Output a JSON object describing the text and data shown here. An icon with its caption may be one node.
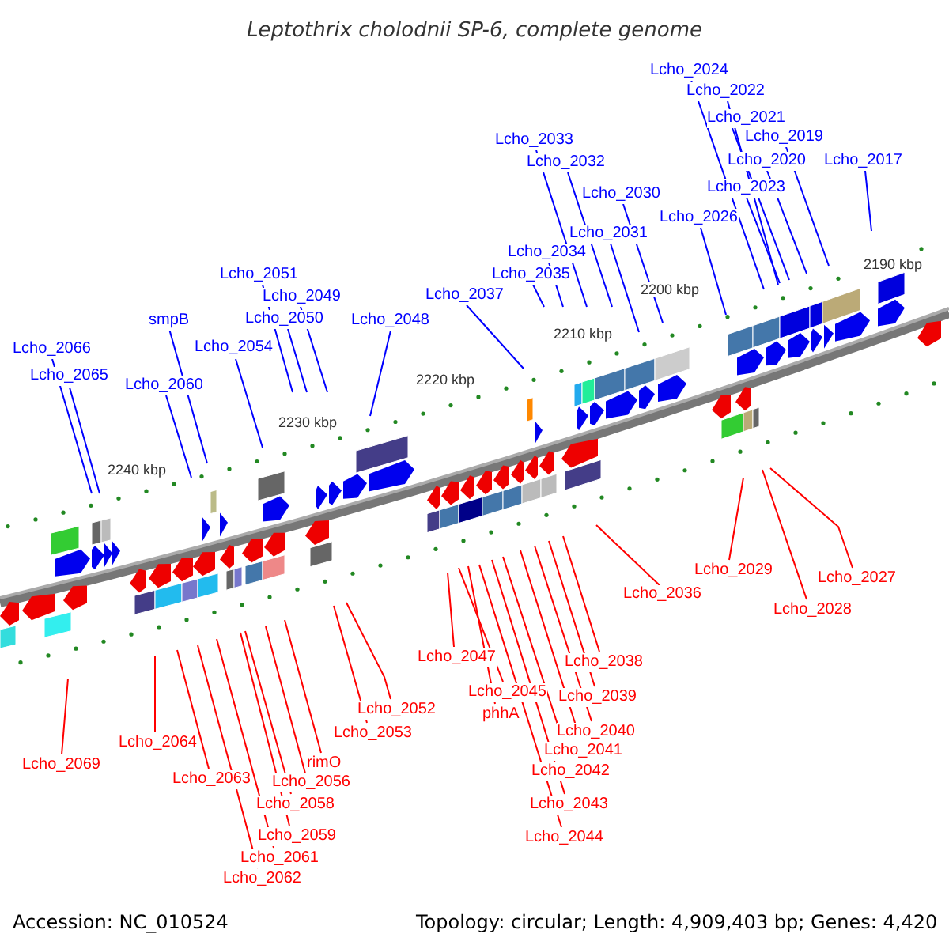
{
  "diagram": {
    "title": "Leptothrix cholodnii SP-6, complete genome",
    "nodes": [
      {
        "text": [
          "Lcho_2066"
        ]
      },
      {
        "text": [
          "Lcho_2065"
        ]
      },
      {
        "text": [
          "smpB"
        ]
      },
      {
        "text": [
          "Lcho_2060"
        ]
      },
      {
        "text": [
          "Lcho_2054"
        ]
      },
      {
        "text": [
          "Lcho_2051"
        ]
      },
      {
        "text": [
          "Lcho_2049"
        ]
      },
      {
        "text": [
          "Lcho_2050"
        ]
      },
      {
        "text": [
          "Lcho_2048"
        ]
      },
      {
        "text": [
          "Lcho_2037"
        ]
      },
      {
        "text": [
          "Lcho_2033"
        ]
      },
      {
        "text": [
          "Lcho_2032"
        ]
      },
      {
        "text": [
          "Lcho_2030"
        ]
      },
      {
        "text": [
          "Lcho_2031"
        ]
      },
      {
        "text": [
          "Lcho_2034"
        ]
      },
      {
        "text": [
          "Lcho_2035"
        ]
      },
      {
        "text": [
          "Lcho_2026"
        ]
      },
      {
        "text": [
          "Lcho_2024"
        ]
      },
      {
        "text": [
          "Lcho_2022"
        ]
      },
      {
        "text": [
          "Lcho_2021"
        ]
      },
      {
        "text": [
          "Lcho_2019"
        ]
      },
      {
        "text": [
          "Lcho_2020"
        ]
      },
      {
        "text": [
          "Lcho_2023"
        ]
      },
      {
        "text": [
          "Lcho_2017"
        ]
      },
      {
        "text": [
          "Lcho_2069"
        ]
      },
      {
        "text": [
          "Lcho_2064"
        ]
      },
      {
        "text": [
          "Lcho_2063"
        ]
      },
      {
        "text": [
          "Lcho_2062"
        ]
      },
      {
        "text": [
          "Lcho_2061"
        ]
      },
      {
        "text": [
          "Lcho_2059"
        ]
      },
      {
        "text": [
          "Lcho_2058"
        ]
      },
      {
        "text": [
          "Lcho_2056"
        ]
      },
      {
        "text": [
          "rimO"
        ]
      },
      {
        "text": [
          "Lcho_2052"
        ]
      },
      {
        "text": [
          "Lcho_2053"
        ]
      },
      {
        "text": [
          "Lcho_2036"
        ]
      },
      {
        "text": [
          "Lcho_2047"
        ]
      },
      {
        "text": [
          "Lcho_2045"
        ]
      },
      {
        "text": [
          "phhA"
        ]
      },
      {
        "text": [
          "Lcho_2044"
        ]
      },
      {
        "text": [
          "Lcho_2043"
        ]
      },
      {
        "text": [
          "Lcho_2042"
        ]
      },
      {
        "text": [
          "Lcho_2041"
        ]
      },
      {
        "text": [
          "Lcho_2040"
        ]
      },
      {
        "text": [
          "Lcho_2039"
        ]
      },
      {
        "text": [
          "Lcho_2038"
        ]
      },
      {
        "text": [
          "Lcho_2029"
        ]
      },
      {
        "text": [
          "Lcho_2028"
        ]
      },
      {
        "text": [
          "Lcho_2027"
        ]
      }
    ],
    "edges": [
      {
        "from": 0,
        "to": null,
        "arrow": "none",
        "color": "#0000ff"
      },
      {
        "from": 1,
        "to": null,
        "arrow": "none",
        "color": "#0000ff"
      },
      {
        "from": 2,
        "to": null,
        "arrow": "none",
        "color": "#0000ff"
      },
      {
        "from": 3,
        "to": null,
        "arrow": "none",
        "color": "#0000ff"
      },
      {
        "from": 4,
        "to": null,
        "arrow": "none",
        "color": "#0000ff"
      },
      {
        "from": 5,
        "to": null,
        "arrow": "none",
        "color": "#0000ff"
      },
      {
        "from": 6,
        "to": null,
        "arrow": "none",
        "color": "#0000ff"
      },
      {
        "from": 7,
        "to": null,
        "arrow": "none",
        "color": "#0000ff"
      },
      {
        "from": 8,
        "to": null,
        "arrow": "none",
        "color": "#0000ff"
      },
      {
        "from": 9,
        "to": null,
        "arrow": "none",
        "color": "#0000ff"
      },
      {
        "from": 10,
        "to": null,
        "arrow": "none",
        "color": "#0000ff"
      },
      {
        "from": 11,
        "to": null,
        "arrow": "none",
        "color": "#0000ff"
      },
      {
        "from": 12,
        "to": null,
        "arrow": "none",
        "color": "#0000ff"
      },
      {
        "from": 13,
        "to": null,
        "arrow": "none",
        "color": "#0000ff"
      },
      {
        "from": 14,
        "to": null,
        "arrow": "none",
        "color": "#0000ff"
      },
      {
        "from": 15,
        "to": null,
        "arrow": "none",
        "color": "#0000ff"
      },
      {
        "from": 16,
        "to": null,
        "arrow": "none",
        "color": "#0000ff"
      },
      {
        "from": 17,
        "to": null,
        "arrow": "none",
        "color": "#0000ff"
      },
      {
        "from": 18,
        "to": null,
        "arrow": "none",
        "color": "#0000ff"
      },
      {
        "from": 19,
        "to": null,
        "arrow": "none",
        "color": "#0000ff"
      },
      {
        "from": 20,
        "to": null,
        "arrow": "none",
        "color": "#0000ff"
      },
      {
        "from": 21,
        "to": null,
        "arrow": "none",
        "color": "#0000ff"
      },
      {
        "from": 22,
        "to": null,
        "arrow": "none",
        "color": "#0000ff"
      },
      {
        "from": 23,
        "to": null,
        "arrow": "none",
        "color": "#0000ff"
      },
      {
        "from": 24,
        "to": null,
        "arrow": "none"
      },
      {
        "from": 25,
        "to": null,
        "arrow": "none"
      },
      {
        "from": 26,
        "to": null,
        "arrow": "none"
      },
      {
        "from": 27,
        "to": null,
        "arrow": "none"
      },
      {
        "from": 28,
        "to": null,
        "arrow": "none"
      },
      {
        "from": 29,
        "to": null,
        "arrow": "none"
      },
      {
        "from": 30,
        "to": null,
        "arrow": "none"
      },
      {
        "from": 31,
        "to": null,
        "arrow": "none"
      },
      {
        "from": 32,
        "to": null,
        "arrow": "none"
      },
      {
        "from": 33,
        "to": null,
        "arrow": "none"
      },
      {
        "from": 34,
        "to": null,
        "arrow": "none"
      },
      {
        "from": 35,
        "to": null,
        "arrow": "none"
      },
      {
        "from": 36,
        "to": null,
        "arrow": "none"
      },
      {
        "from": 37,
        "to": null,
        "arrow": "none"
      },
      {
        "from": 38,
        "to": null,
        "arrow": "none"
      },
      {
        "from": 39,
        "to": null,
        "arrow": "none"
      },
      {
        "from": 40,
        "to": null,
        "arrow": "none"
      },
      {
        "from": 41,
        "to": null,
        "arrow": "none"
      },
      {
        "from": 42,
        "to": null,
        "arrow": "none"
      },
      {
        "from": 43,
        "to": null,
        "arrow": "none"
      },
      {
        "from": 44,
        "to": null,
        "arrow": "none"
      },
      {
        "from": 45,
        "to": null,
        "arrow": "none"
      },
      {
        "from": 46,
        "to": null,
        "arrow": "none"
      },
      {
        "from": 47,
        "to": null,
        "arrow": "none"
      },
      {
        "from": 48,
        "to": null,
        "arrow": "none"
      }
    ],
    "labels": [
      "2240 kbp",
      "2230 kbp",
      "2220 kbp",
      "2210 kbp",
      "2200 kbp",
      "2190 kbp",
      "Accession: NC_010524",
      "Topology: circular; Length: 4,909,403 bp; Genes: 4,420"
    ]
  }
}
